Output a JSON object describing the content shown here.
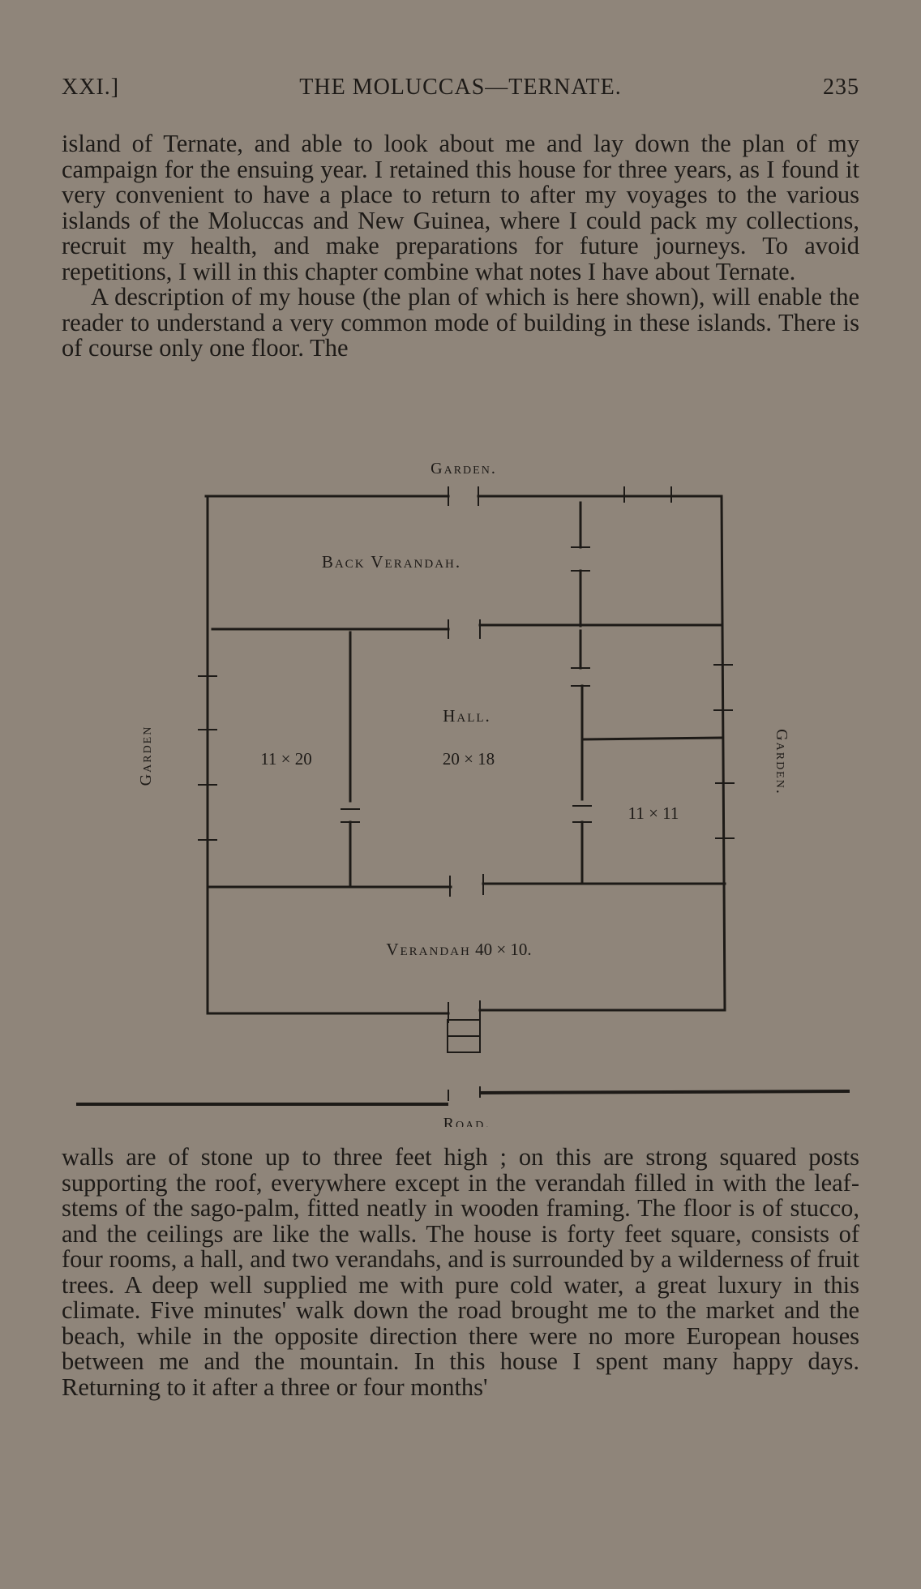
{
  "header": {
    "chapter": "XXI.]",
    "title": "THE MOLUCCAS—TERNATE.",
    "page_number": "235"
  },
  "text_top": [
    "island of Ternate, and able to look about me and lay down the plan of my campaign for the ensuing year. I retained this house for three years, as I found it very convenient to have a place to return to after my voyages to the various islands of the Moluccas and New Guinea, where I could pack my collections, recruit my health, and make preparations for future journeys. To avoid repetitions, I will in this chapter combine what notes I have about Ternate.",
    "A description of my house (the plan of which is here shown), will enable the reader to understand a very common mode of building in these islands. There is of course only one floor. The"
  ],
  "plan": {
    "garden_top": "Garden.",
    "garden_left": "Garden",
    "garden_right": "Garden.",
    "road": "Road.",
    "back_verandah": "Back Verandah.",
    "hall": "Hall.",
    "hall_size": "20 × 18",
    "left_room_size": "11 × 20",
    "right_room_size": "11 × 11",
    "verandah": "Verandah",
    "verandah_size": "40 × 10."
  },
  "text_bottom": "walls are of stone up to three feet high ; on this are strong squared posts supporting the roof, everywhere except in the verandah filled in with the leaf-stems of the sago-palm, fitted neatly in wooden framing. The floor is of stucco, and the ceilings are like the walls. The house is forty feet square, consists of four rooms, a hall, and two verandahs, and is surrounded by a wilderness of fruit trees. A deep well supplied me with pure cold water, a great luxury in this climate. Five minutes' walk down the road brought me to the market and the beach, while in the opposite direction there were no more European houses between me and the mountain. In this house I spent many happy days. Returning to it after a three or four months'"
}
